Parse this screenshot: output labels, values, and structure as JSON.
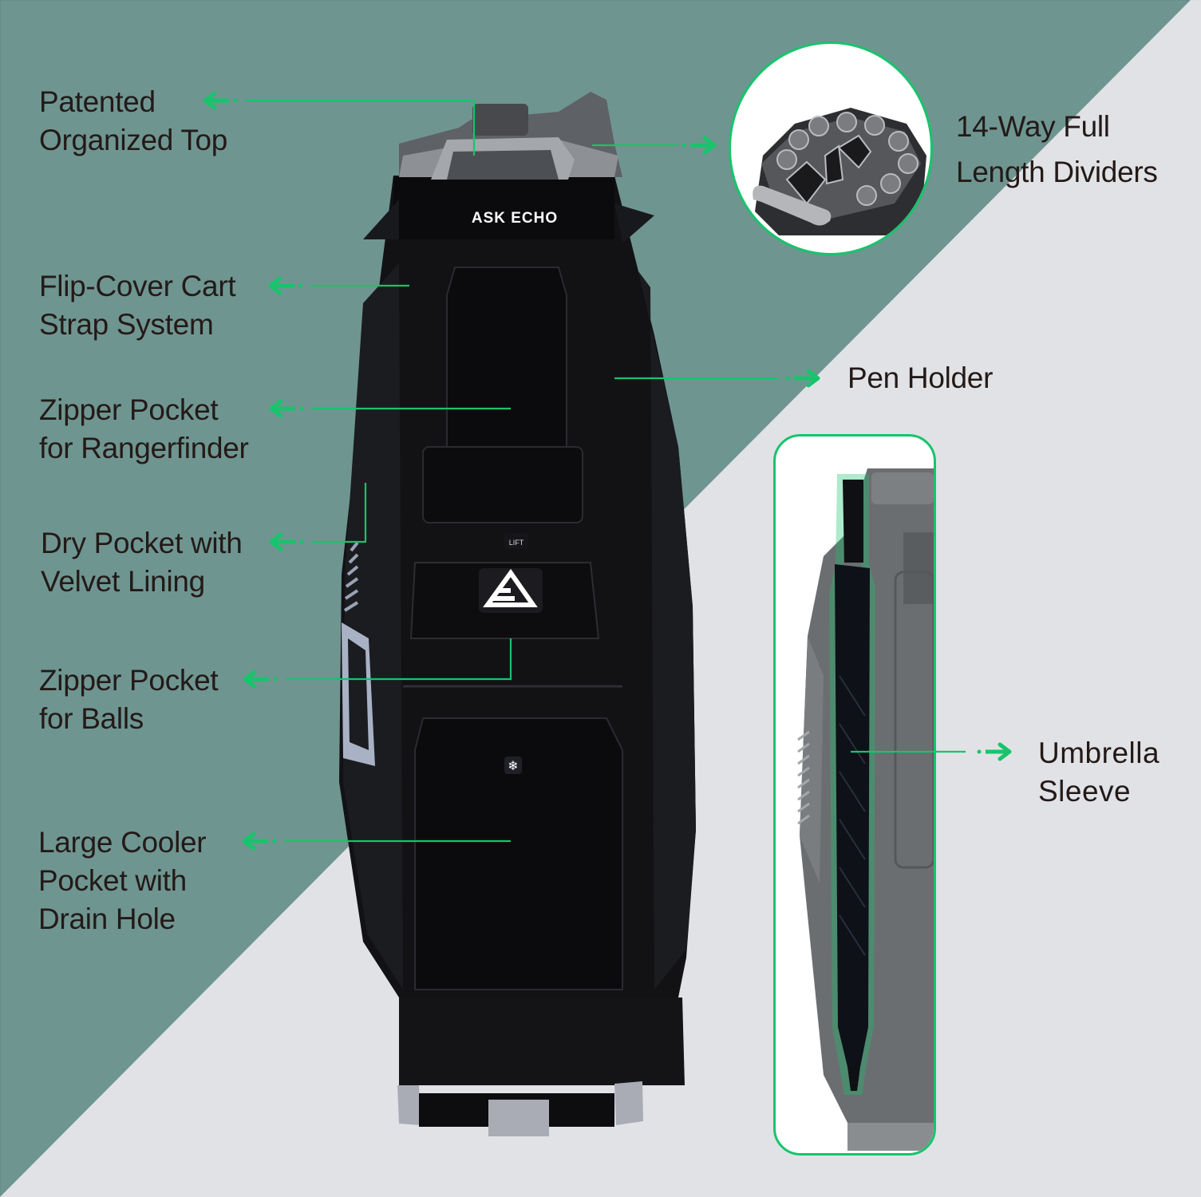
{
  "colors": {
    "teal_bg": "#6f9591",
    "light_bg": "#e1e2e6",
    "accent_green": "#17c46c",
    "text": "#231a17",
    "bag_black": "#111114",
    "trim_gray": "#8e9196"
  },
  "brand": {
    "wordmark": "ASK ECHO",
    "logo_icon": "ae-triangle-logo",
    "lift_tag": "LIFT",
    "cooler_icon": "snowflake-icon"
  },
  "features_left": [
    {
      "line1": "Patented",
      "line2": "Organized Top",
      "line3": ""
    },
    {
      "line1": "Flip-Cover Cart",
      "line2": "Strap System",
      "line3": ""
    },
    {
      "line1": "Zipper Pocket",
      "line2": "for Rangerfinder",
      "line3": ""
    },
    {
      "line1": "Dry Pocket with",
      "line2": "Velvet Lining",
      "line3": ""
    },
    {
      "line1": "Zipper Pocket",
      "line2": "for Balls",
      "line3": ""
    },
    {
      "line1": "Large Cooler",
      "line2": "Pocket with",
      "line3": "Drain Hole"
    }
  ],
  "features_right": [
    {
      "line1": "14-Way Full",
      "line2": "Length Dividers"
    },
    {
      "line1": "Pen Holder",
      "line2": ""
    },
    {
      "line1": "Umbrella",
      "line2": "Sleeve"
    }
  ]
}
